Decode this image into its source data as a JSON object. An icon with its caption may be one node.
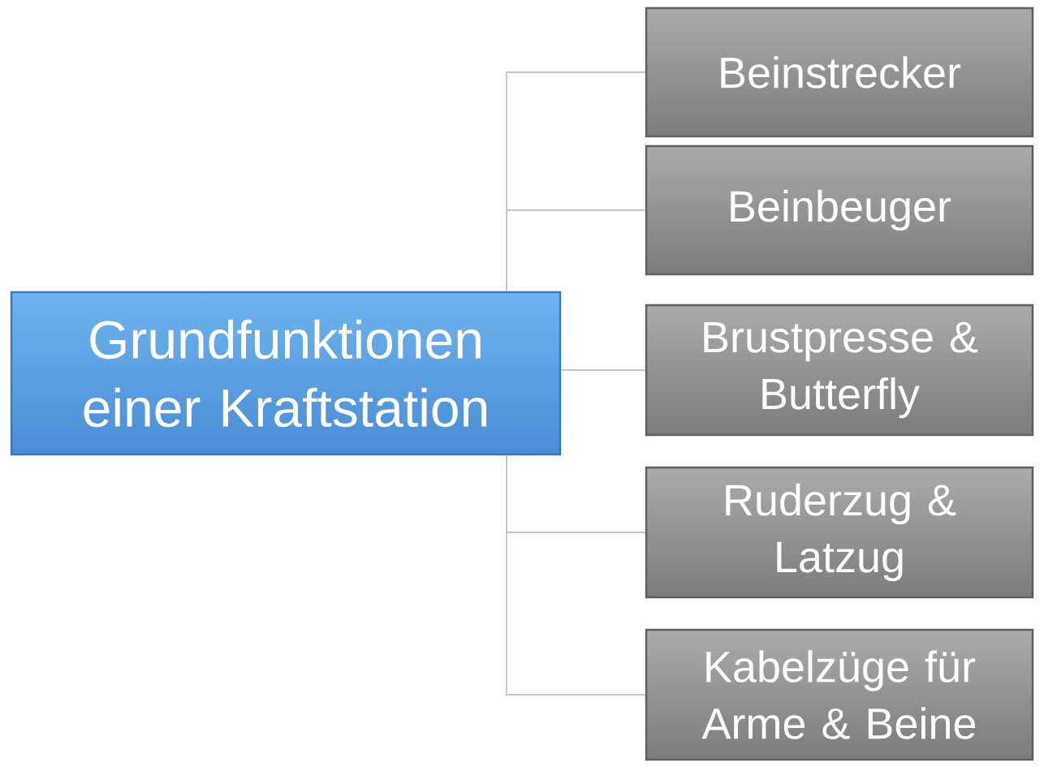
{
  "diagram": {
    "nodes": [
      {
        "text": [
          "Grundfunktionen einer Kraftstation"
        ]
      },
      {
        "text": [
          "Beinstrecker"
        ]
      },
      {
        "text": [
          "Beinbeuger"
        ]
      },
      {
        "text": [
          "Brustpresse & Butterfly"
        ]
      },
      {
        "text": [
          "Ruderzug & Latzug"
        ]
      },
      {
        "text": [
          "Kabelzüge für Arme & Beine"
        ]
      }
    ],
    "edges": [
      {
        "from": 0,
        "to": 1,
        "arrow": "none"
      },
      {
        "from": 0,
        "to": 2,
        "arrow": "none"
      },
      {
        "from": 0,
        "to": 3,
        "arrow": "none"
      },
      {
        "from": 0,
        "to": 4,
        "arrow": "none"
      },
      {
        "from": 0,
        "to": 5,
        "arrow": "none"
      }
    ]
  }
}
